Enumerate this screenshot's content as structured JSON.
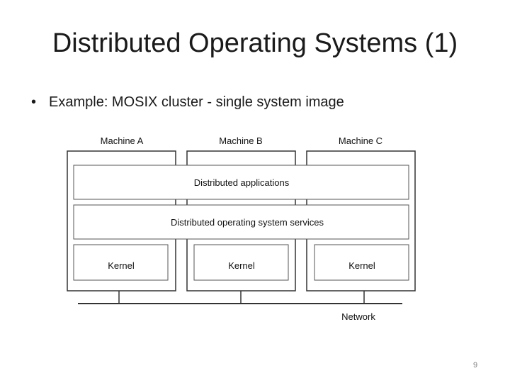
{
  "slide": {
    "title": "Distributed Operating Systems (1)",
    "bullets": [
      "Example: MOSIX cluster - single system image"
    ],
    "page_number": "9"
  },
  "diagram": {
    "machines": [
      {
        "label": "Machine A",
        "kernel": "Kernel"
      },
      {
        "label": "Machine B",
        "kernel": "Kernel"
      },
      {
        "label": "Machine C",
        "kernel": "Kernel"
      }
    ],
    "layers": {
      "applications": "Distributed applications",
      "services": "Distributed operating system services"
    },
    "network_label": "Network"
  }
}
